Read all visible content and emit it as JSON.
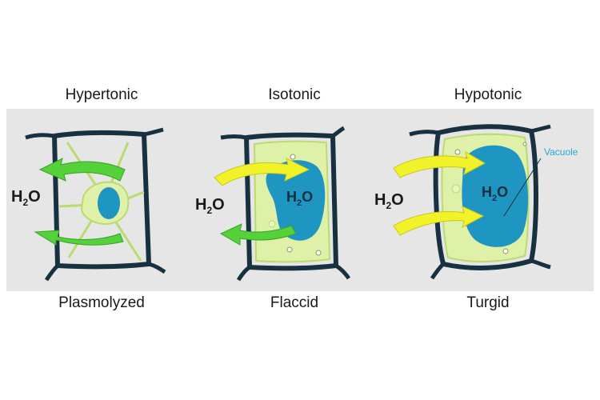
{
  "colors": {
    "background": "#e6e6e6",
    "cell_wall": "#173140",
    "cytoplasm": "#dff0a8",
    "vacuole": "#1f95c2",
    "arrow_out": "#55d13a",
    "arrow_in": "#f2f22a"
  },
  "panels": [
    {
      "condition": "Hypertonic",
      "state": "Plasmolyzed",
      "water_label": "H2O",
      "water_label_sub": {
        "base": "H",
        "sub": "2",
        "tail": "O"
      },
      "arrows": [
        "out",
        "out"
      ]
    },
    {
      "condition": "Isotonic",
      "state": "Flaccid",
      "water_label_sub": {
        "base": "H",
        "sub": "2",
        "tail": "O"
      },
      "inner_label_sub": {
        "base": "H",
        "sub": "2",
        "tail": "O"
      },
      "arrows": [
        "in",
        "out"
      ]
    },
    {
      "condition": "Hypotonic",
      "state": "Turgid",
      "water_label_sub": {
        "base": "H",
        "sub": "2",
        "tail": "O"
      },
      "inner_label_sub": {
        "base": "H",
        "sub": "2",
        "tail": "O"
      },
      "vacuole_label": "Vacuole",
      "arrows": [
        "in",
        "in"
      ]
    }
  ]
}
